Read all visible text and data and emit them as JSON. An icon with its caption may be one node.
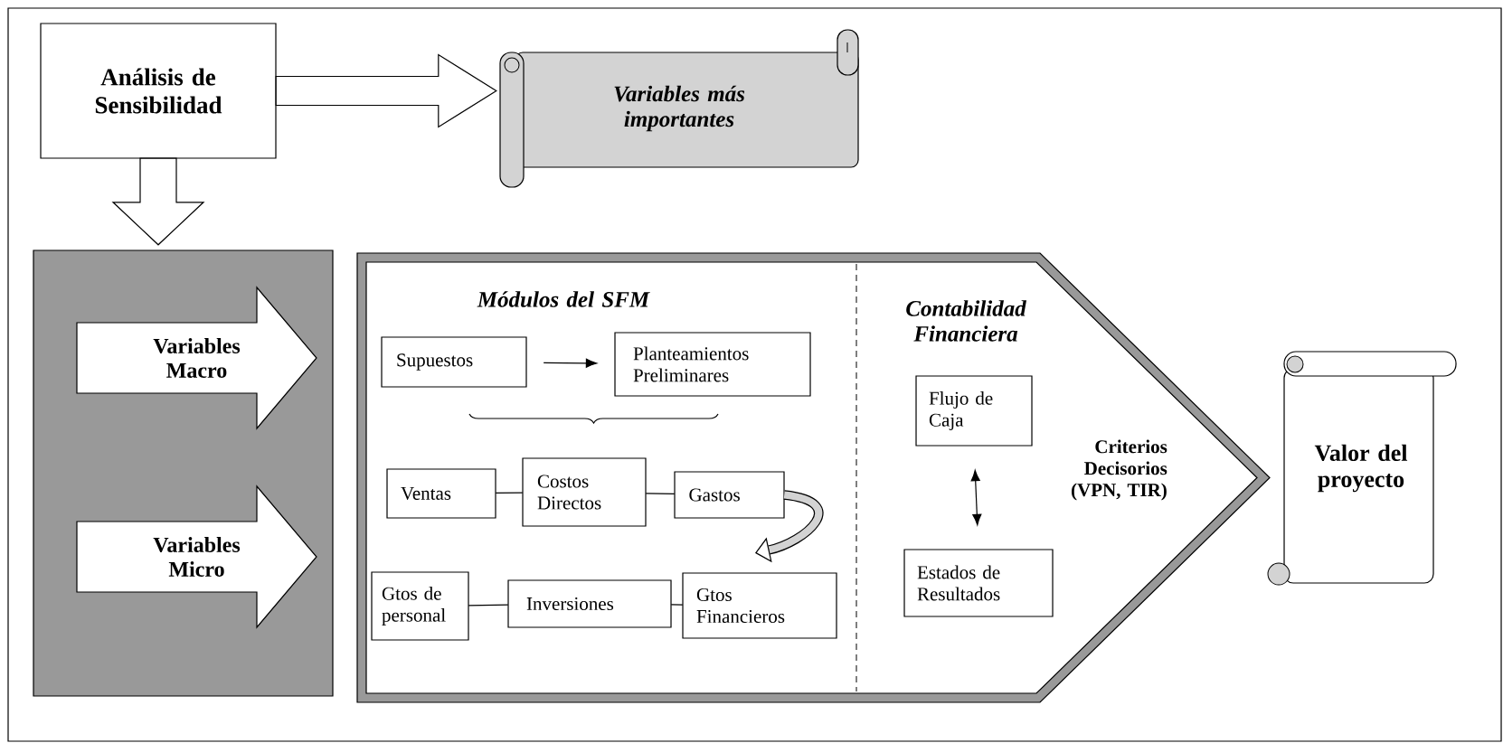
{
  "diagram": {
    "nodes": [
      {
        "text": [
          "Análisis de Sensibilidad"
        ]
      },
      {
        "text": [
          "Variables más importantes"
        ]
      },
      {
        "text": [],
        "shape": "box"
      },
      {
        "text": [
          "Variables Macro"
        ],
        "in": 2
      },
      {
        "text": [
          "Variables Micro"
        ],
        "in": 2
      },
      {
        "text": [
          "Módulos del SFM",
          "Contabilidad Financiera",
          "Criterios Decisorios (VPN, TIR)"
        ]
      },
      {
        "text": [
          "Supuestos"
        ],
        "in": 5
      },
      {
        "text": [
          "Planteamientos Preliminares"
        ],
        "in": 5
      },
      {
        "text": [
          "Ventas"
        ],
        "in": 5
      },
      {
        "text": [
          "Costos Directos"
        ],
        "in": 5
      },
      {
        "text": [
          "Gastos"
        ],
        "in": 5
      },
      {
        "text": [
          "Gtos de personal"
        ],
        "in": 5
      },
      {
        "text": [
          "Inversiones"
        ],
        "in": 5
      },
      {
        "text": [
          "Gtos Financieros"
        ],
        "in": 5
      },
      {
        "text": [
          "Flujo de Caja"
        ],
        "in": 5
      },
      {
        "text": [
          "Estados de Resultados"
        ],
        "in": 5
      },
      {
        "text": [
          "Valor del proyecto"
        ]
      }
    ],
    "edges": [
      {
        "from": 0,
        "to": 1,
        "arrow": "to"
      },
      {
        "from": 0,
        "to": 2,
        "arrow": "to"
      },
      {
        "from": 6,
        "to": 7,
        "arrow": "to"
      },
      {
        "from": 8,
        "to": 9,
        "arrow": "none"
      },
      {
        "from": 9,
        "to": 10,
        "arrow": "none"
      },
      {
        "from": 10,
        "to": 13,
        "arrow": "to",
        "style": "thick"
      },
      {
        "from": 11,
        "to": 12,
        "arrow": "none"
      },
      {
        "from": 12,
        "to": 13,
        "arrow": "none"
      },
      {
        "from": 14,
        "to": 15,
        "arrow": "both"
      }
    ]
  }
}
